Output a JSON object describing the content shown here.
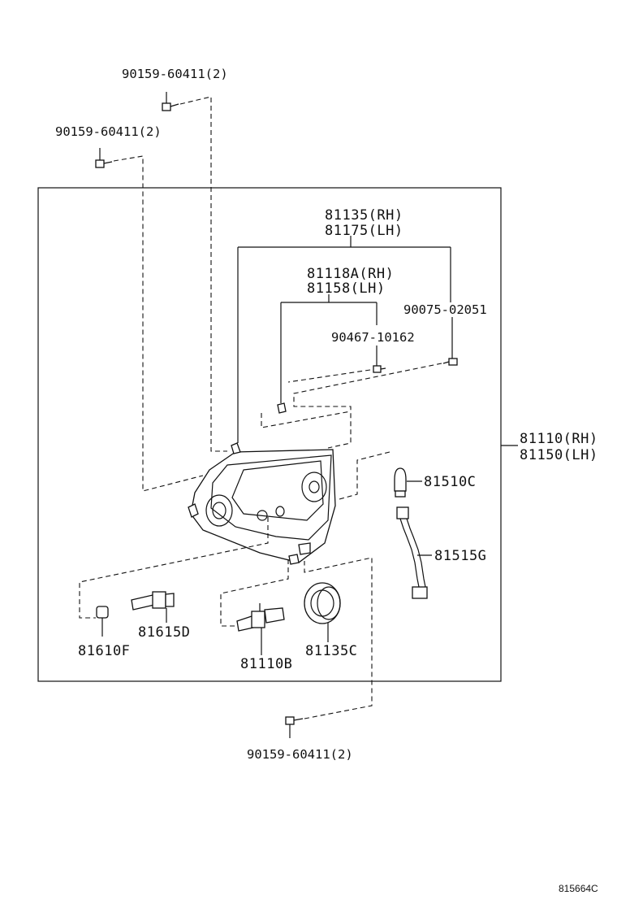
{
  "labels": {
    "bolt_top": "90159-60411(2)",
    "bolt_left": "90159-60411(2)",
    "bolt_bottom": "90159-60411(2)",
    "housing_rh": "81135(RH)",
    "housing_lh": "81175(LH)",
    "reflector_rh": "81118A(RH)",
    "reflector_lh": "81158(LH)",
    "screw": "90075-02051",
    "clip": "90467-10162",
    "headlamp_rh": "81110(RH)",
    "headlamp_lh": "81150(LH)",
    "bulb_side": "81510C",
    "socket_wire": "81515G",
    "socket": "81615D",
    "wedge_bulb": "81610F",
    "halogen_bulb": "81110B",
    "cover": "81135C"
  },
  "figure_code": "815664C"
}
